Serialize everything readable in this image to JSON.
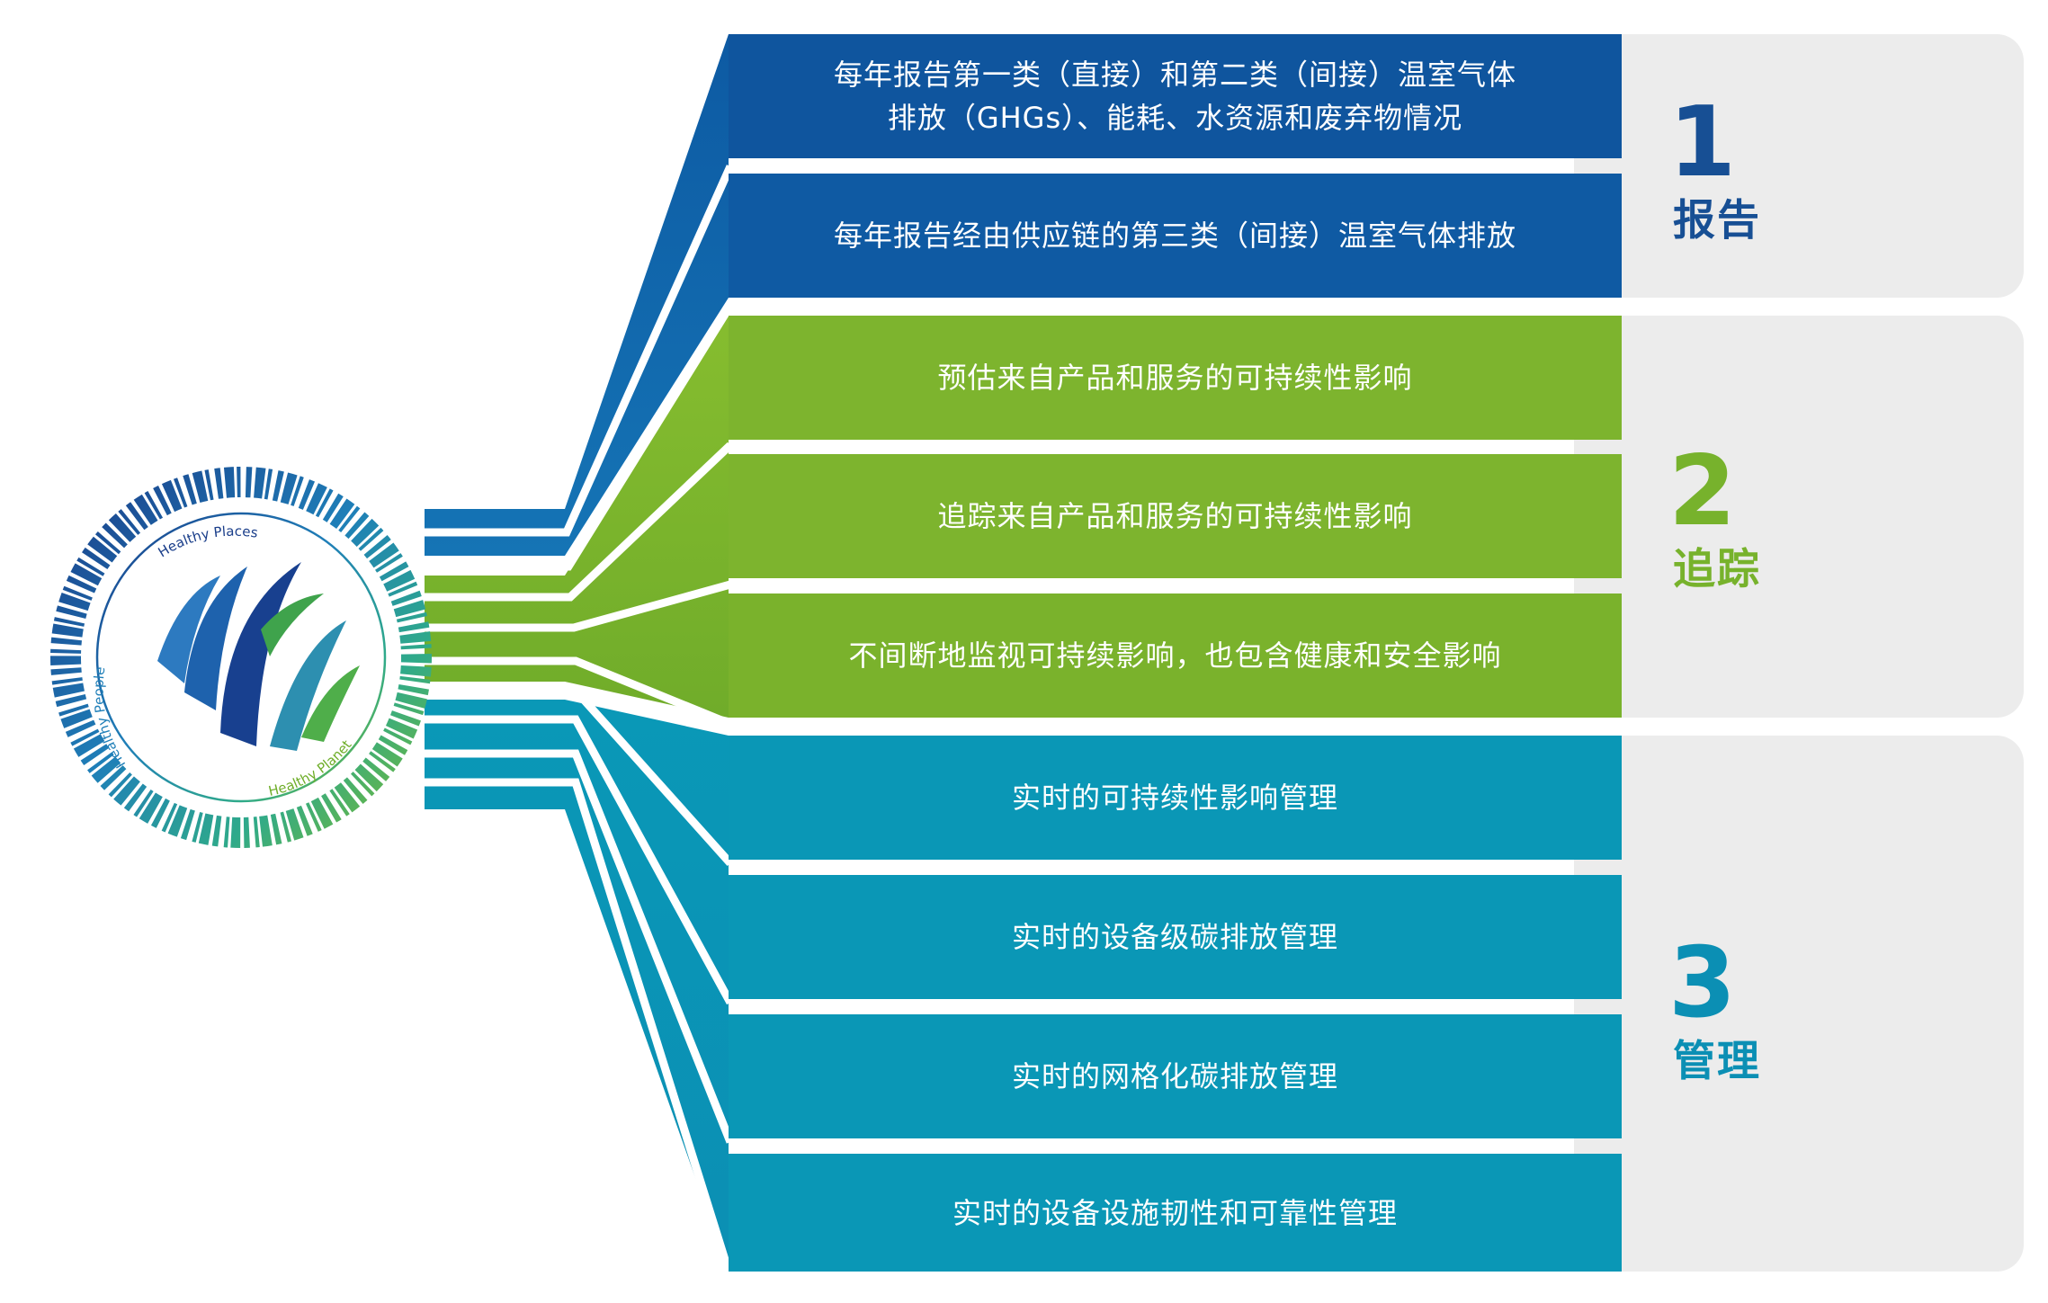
{
  "colors": {
    "report": "#0e5aa3",
    "track": "#7db42e",
    "manage": "#0b99b8",
    "panel": "#ececec"
  },
  "logo": {
    "arc_labels": [
      "Healthy Places",
      "Healthy People",
      "Healthy Planet"
    ]
  },
  "stages": [
    {
      "number": "1",
      "title": "报告",
      "color": "#174f94"
    },
    {
      "number": "2",
      "title": "追踪",
      "color": "#77b22c"
    },
    {
      "number": "3",
      "title": "管理",
      "color": "#0b8fb4"
    }
  ],
  "items": [
    {
      "stage": 0,
      "lines": [
        "每年报告第一类（直接）和第二类（间接）温室气体",
        "排放（GHGs）、能耗、水资源和废弃物情况"
      ]
    },
    {
      "stage": 0,
      "lines": [
        "每年报告经由供应链的第三类（间接）温室气体排放"
      ]
    },
    {
      "stage": 1,
      "lines": [
        "预估来自产品和服务的可持续性影响"
      ]
    },
    {
      "stage": 1,
      "lines": [
        "追踪来自产品和服务的可持续性影响"
      ]
    },
    {
      "stage": 1,
      "lines": [
        "不间断地监视可持续影响，也包含健康和安全影响"
      ]
    },
    {
      "stage": 2,
      "lines": [
        "实时的可持续性影响管理"
      ]
    },
    {
      "stage": 2,
      "lines": [
        "实时的设备级碳排放管理"
      ]
    },
    {
      "stage": 2,
      "lines": [
        "实时的网格化碳排放管理"
      ]
    },
    {
      "stage": 2,
      "lines": [
        "实时的设备设施韧性和可靠性管理"
      ]
    }
  ]
}
